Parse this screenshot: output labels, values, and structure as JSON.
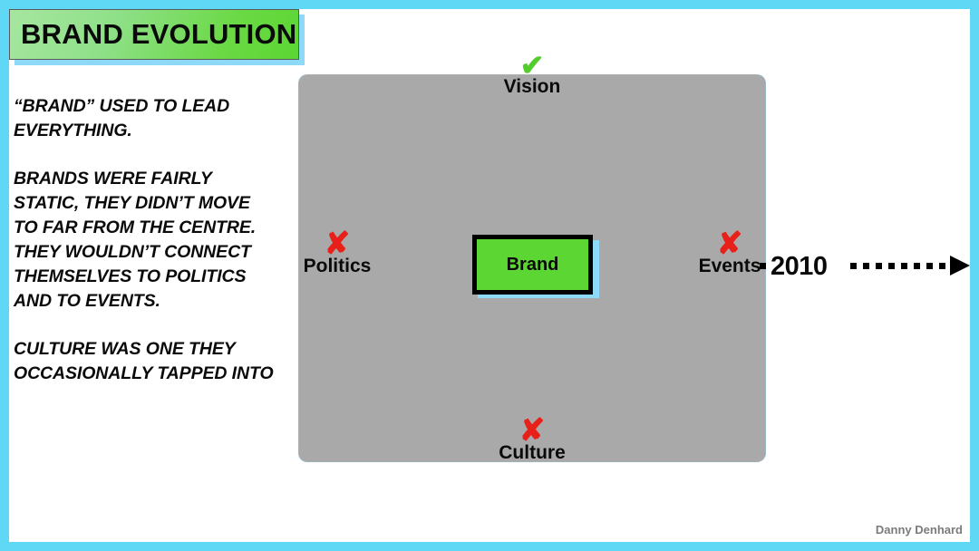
{
  "slide": {
    "title": "BRAND EVOLUTION",
    "credit": "Danny Denhard"
  },
  "theme": {
    "frame_color": "#5fd8f5",
    "title_green_light": "#a6e6a0",
    "title_green_dark": "#5bd633",
    "title_shadow": "#8ed8f8",
    "stage_gray": "#a9a9a9",
    "brand_green": "#5bd633",
    "cross_red": "#e8201a",
    "check_green": "#55cc2e",
    "credit_gray": "#7b7b7b"
  },
  "body_copy": [
    "“BRAND” USED TO LEAD EVERYTHING.",
    "BRANDS WERE FAIRLY STATIC, THEY DIDN’T MOVE TO FAR FROM THE CENTRE. THEY WOULDN’T CONNECT THEMSELVES TO POLITICS AND TO EVENTS.",
    "CULTURE WAS ONE THEY OCCASIONALLY TAPPED INTO"
  ],
  "diagram": {
    "centre": {
      "label": "Brand"
    },
    "nodes": [
      {
        "id": "vision",
        "label": "Vision",
        "mark": "✔",
        "mark_kind": "check",
        "position": "top"
      },
      {
        "id": "politics",
        "label": "Politics",
        "mark": "✘",
        "mark_kind": "cross",
        "position": "left"
      },
      {
        "id": "events",
        "label": "Events",
        "mark": "✘",
        "mark_kind": "cross",
        "position": "right"
      },
      {
        "id": "culture",
        "label": "Culture",
        "mark": "✘",
        "mark_kind": "cross",
        "position": "bottom"
      }
    ]
  },
  "timeline": {
    "year": "2010",
    "arrow_direction": "right",
    "line_style": "dotted"
  }
}
